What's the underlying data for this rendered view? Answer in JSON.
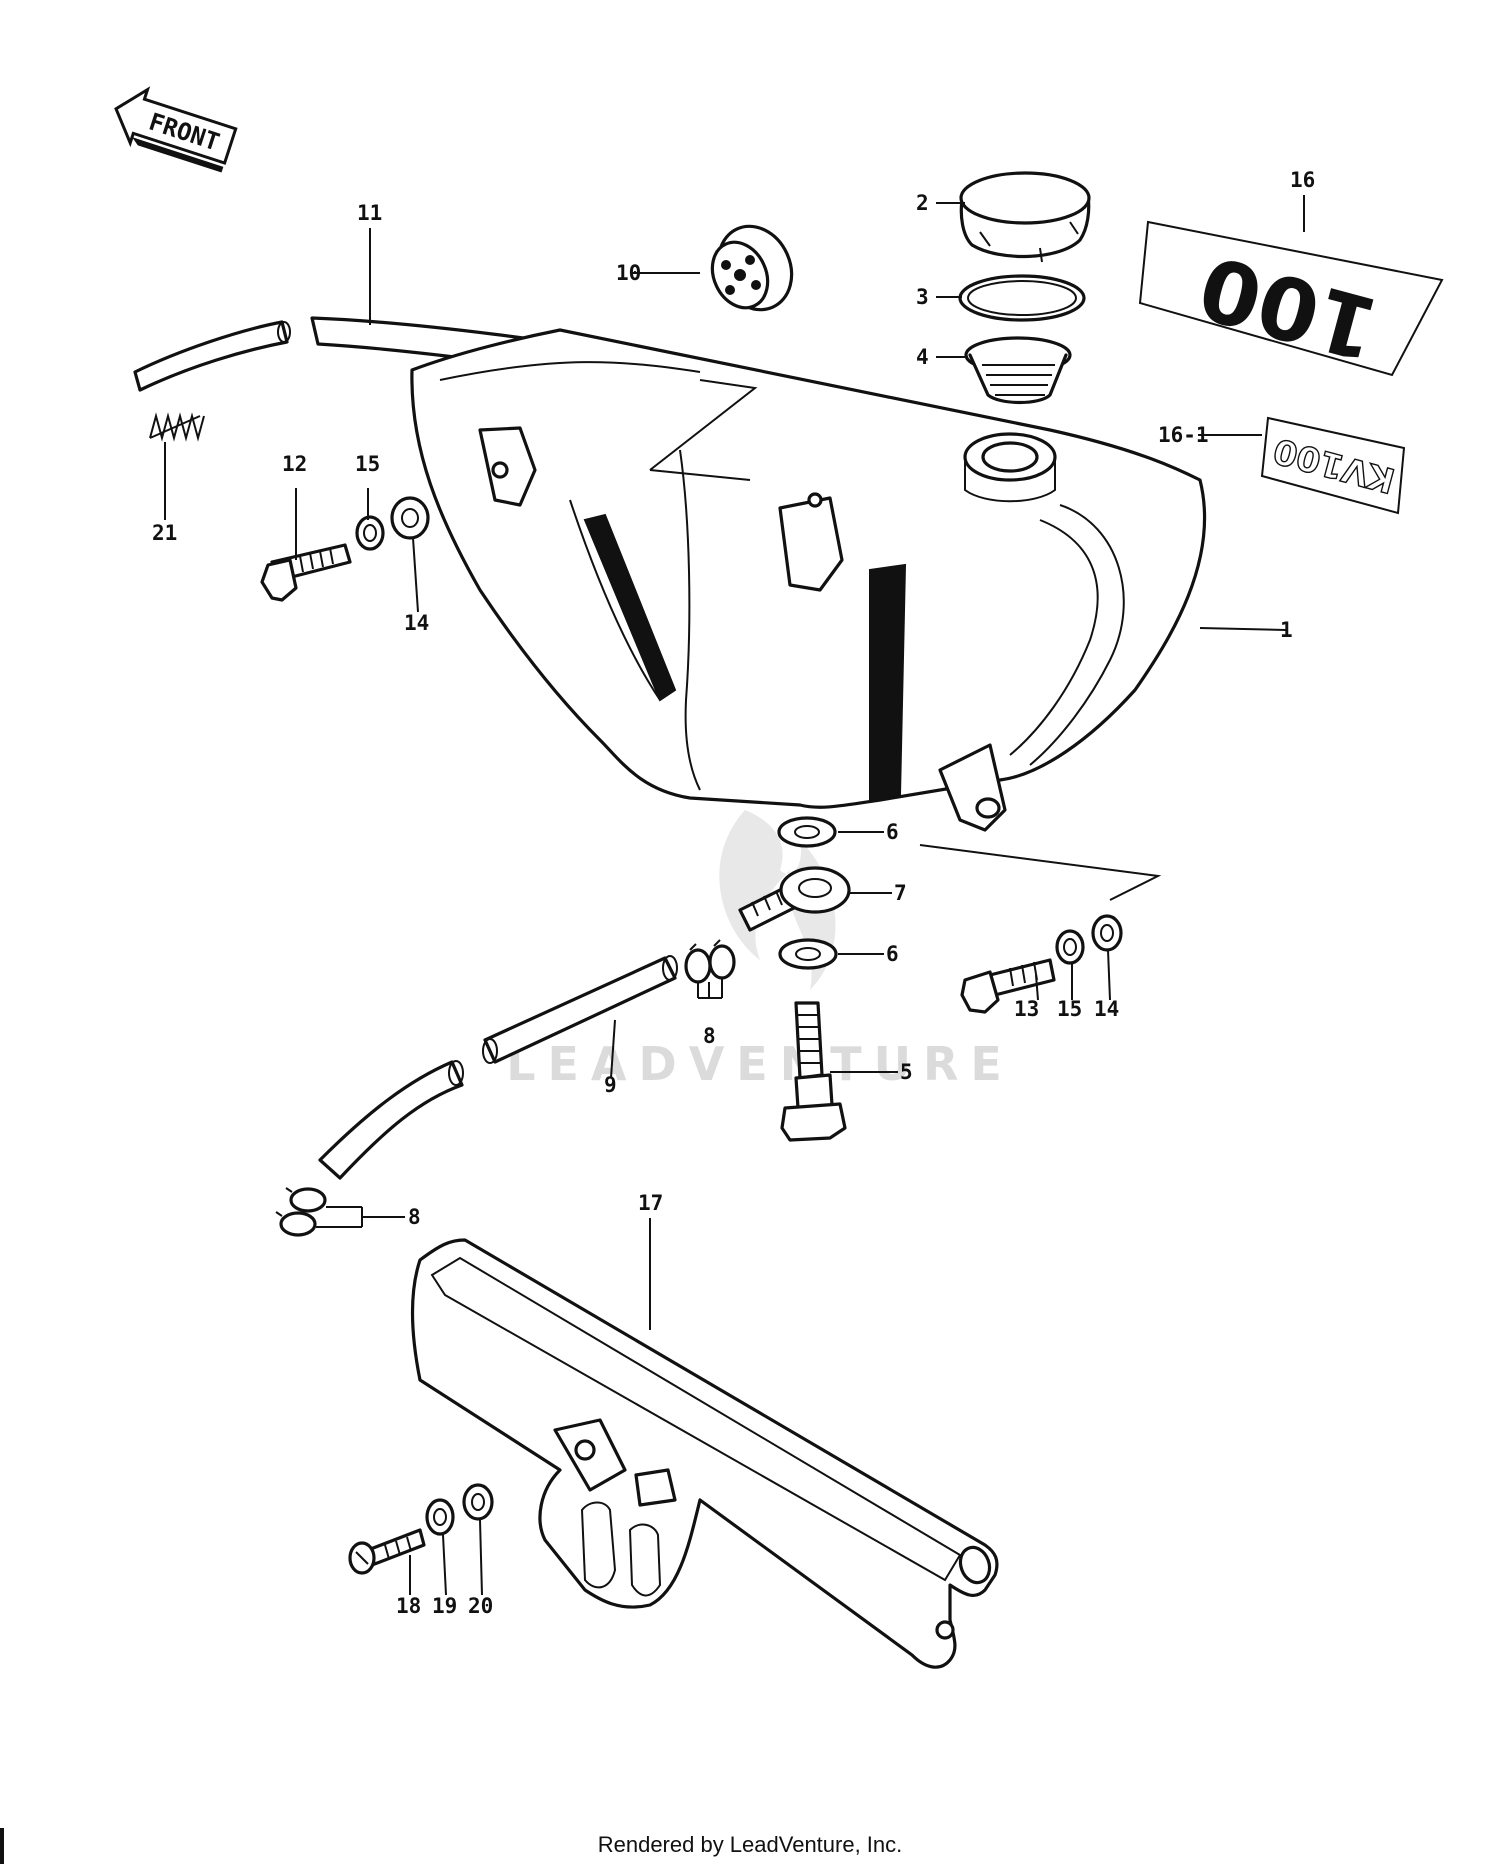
{
  "front_arrow": {
    "text": "FRONT"
  },
  "watermark": "LEADVENTURE",
  "decals": {
    "large": "100",
    "small": "KV100"
  },
  "callouts": [
    "1",
    "2",
    "3",
    "4",
    "5",
    "6",
    "6",
    "7",
    "8",
    "8",
    "9",
    "10",
    "11",
    "12",
    "13",
    "14",
    "14",
    "15",
    "15",
    "16",
    "16-1",
    "17",
    "18",
    "19",
    "20",
    "21"
  ],
  "footer": "Rendered by LeadVenture, Inc."
}
